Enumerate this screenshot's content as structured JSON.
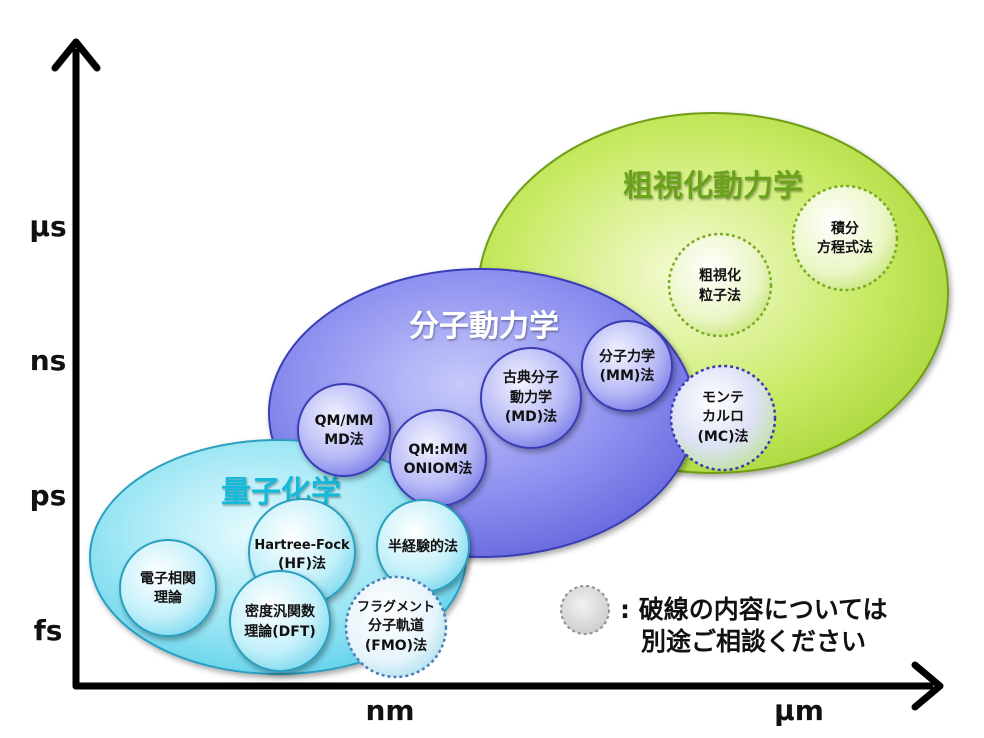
{
  "axes": {
    "y_ticks": [
      "μs",
      "ns",
      "ps",
      "fs"
    ],
    "x_ticks": [
      "nm",
      "μm"
    ]
  },
  "regions": {
    "coarse": "粗視化動力学",
    "md": "分子動力学",
    "qc": "量子化学"
  },
  "methods": {
    "integral": [
      "積分",
      "方程式法"
    ],
    "cg_particle": [
      "粗視化",
      "粒子法"
    ],
    "mm": [
      "分子力学",
      "(MM)法"
    ],
    "mc": [
      "モンテ",
      "カルロ",
      "(MC)法"
    ],
    "classical_md": [
      "古典分子",
      "動力学",
      "(MD)法"
    ],
    "qmmm_md": [
      "QM/MM",
      "MD法"
    ],
    "qmmm_oniom": [
      "QM:MM",
      "ONIOM法"
    ],
    "hf": [
      "Hartree-Fock",
      "(HF)法"
    ],
    "semi": [
      "半経験的法"
    ],
    "ec": [
      "電子相関",
      "理論"
    ],
    "dft": [
      "密度汎関数",
      "理論(DFT)"
    ],
    "fmo": [
      "フラグメント",
      "分子軌道",
      "(FMO)法"
    ]
  },
  "legend": {
    "line1": ":  破線の内容については",
    "line2": "別途ご相談ください"
  },
  "colors": {
    "coarse_title": "#6aa21a",
    "md_title": "#ffffff",
    "qc_title": "#17b9d8"
  }
}
